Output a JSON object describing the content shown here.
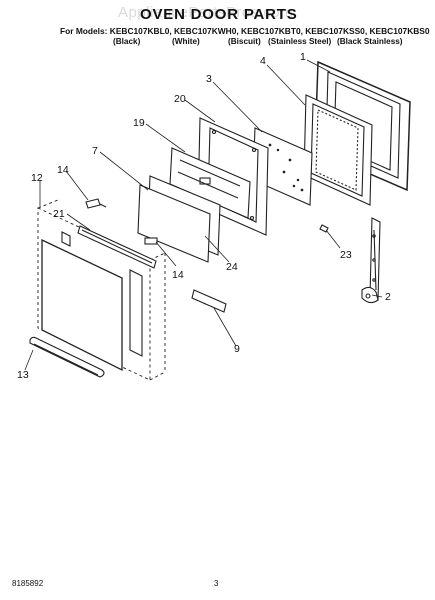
{
  "watermark": "AppliancePartsPros.com",
  "title": "OVEN DOOR PARTS",
  "models_line": "For Models: KEBC107KBL0, KEBC107KWH0, KEBC107KBT0, KEBC107KSS0, KEBC107KBS0",
  "colors": [
    "(Black)",
    "(White)",
    "(Biscuit)",
    "(Stainless Steel)",
    "(Black Stainless)"
  ],
  "callouts": {
    "p1": "1",
    "p2": "2",
    "p3": "3",
    "p4": "4",
    "p7": "7",
    "p9": "9",
    "p12": "12",
    "p13": "13",
    "p14a": "14",
    "p14b": "14",
    "p19": "19",
    "p20": "20",
    "p21": "21",
    "p23": "23",
    "p24": "24"
  },
  "footer": {
    "doc_number": "8185892",
    "page_number": "3"
  }
}
